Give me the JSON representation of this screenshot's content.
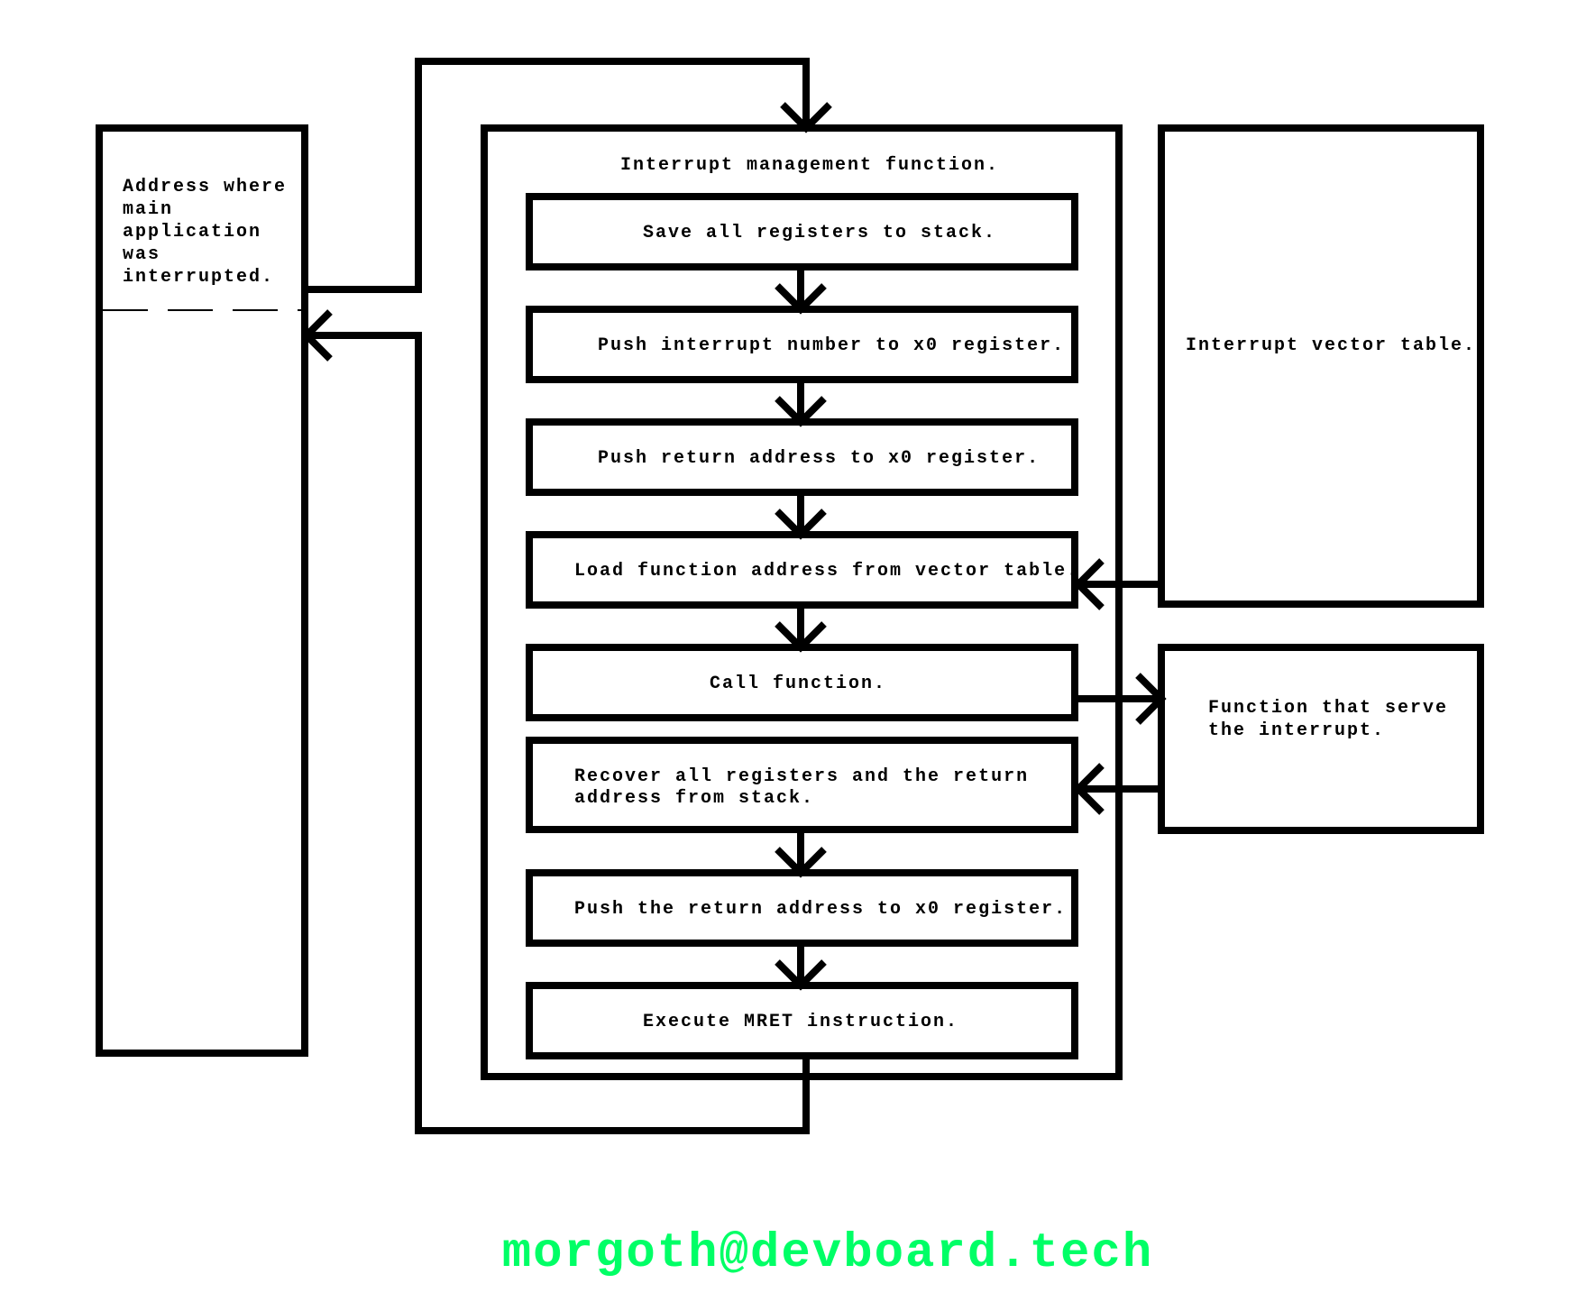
{
  "left_box": {
    "lines": [
      "Address where",
      "main",
      "application",
      "was",
      "interrupted."
    ]
  },
  "main_box": {
    "title": "Interrupt management function.",
    "steps": [
      "Save all registers to stack.",
      "Push interrupt number to x0 register.",
      "Push return address to x0 register.",
      "Load function address from vector table.",
      "Call function.",
      "Recover all registers and the return",
      "address from stack.",
      "Push the return address to x0 register.",
      "Execute MRET instruction."
    ]
  },
  "vector_table": {
    "label": "Interrupt vector table."
  },
  "handler": {
    "lines": [
      "Function that serve",
      "the interrupt."
    ]
  },
  "footer": {
    "text": "morgoth@devboard.tech",
    "color": "#00ff66"
  },
  "colors": {
    "stroke": "#000000",
    "background": "#ffffff"
  }
}
